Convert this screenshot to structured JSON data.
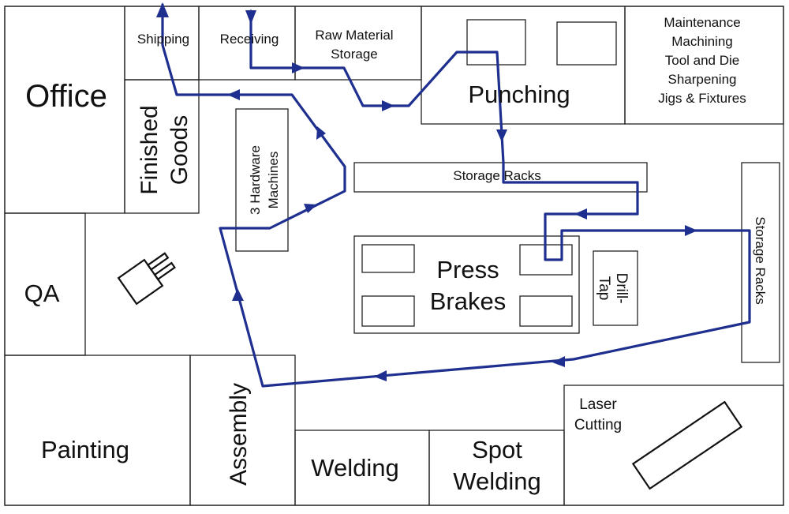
{
  "colors": {
    "route": "#1f2f8f",
    "line": "#222222",
    "background": "#ffffff"
  },
  "areas": {
    "office": "Office",
    "shipping": "Shipping",
    "receiving": "Receiving",
    "raw_material_l1": "Raw Material",
    "raw_material_l2": "Storage",
    "punching": "Punching",
    "maintenance_l1": "Maintenance",
    "maintenance_l2": "Machining",
    "maintenance_l3": "Tool and Die",
    "maintenance_l4": "Sharpening",
    "maintenance_l5": "Jigs & Fixtures",
    "finished_goods_l1": "Finished",
    "finished_goods_l2": "Goods",
    "hardware_l1": "3 Hardware",
    "hardware_l2": "Machines",
    "storage_racks_top": "Storage Racks",
    "storage_racks_right": "Storage Racks",
    "press_brakes_l1": "Press",
    "press_brakes_l2": "Brakes",
    "drill_tap_l1": "Drill-",
    "drill_tap_l2": "Tap",
    "qa": "QA",
    "painting": "Painting",
    "assembly": "Assembly",
    "welding": "Welding",
    "spot_welding_l1": "Spot",
    "spot_welding_l2": "Welding",
    "laser_cutting_l1": "Laser",
    "laser_cutting_l2": "Cutting"
  }
}
